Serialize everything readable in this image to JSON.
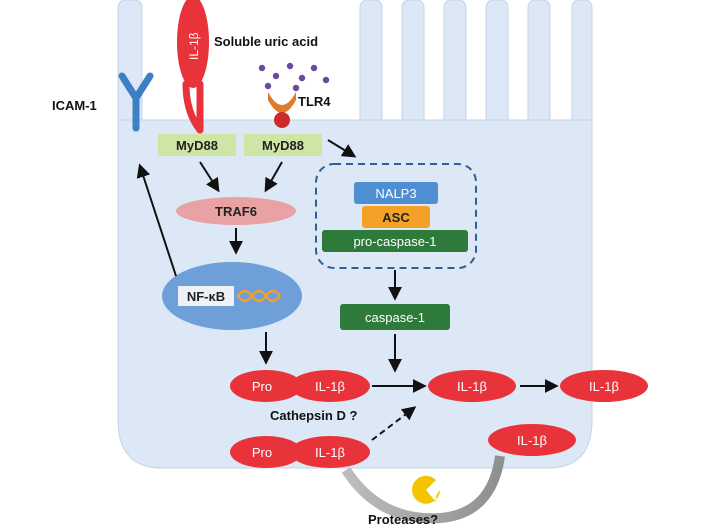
{
  "labels": {
    "il1b_receptor": "IL-1β",
    "soluble_uric_acid": "Soluble uric acid",
    "icam1": "ICAM-1",
    "tlr4": "TLR4",
    "myd88_left": "MyD88",
    "myd88_right": "MyD88",
    "traf6": "TRAF6",
    "nfkb": "NF-κB",
    "nalp3": "NALP3",
    "asc": "ASC",
    "pro_caspase1": "pro-caspase-1",
    "caspase1": "caspase-1",
    "pro_top": "Pro",
    "il1b_pro_top": "IL-1β",
    "il1b_mature_mid": "IL-1β",
    "il1b_secreted": "IL-1β",
    "cathepsin_d": "Cathepsin D ?",
    "pro_bottom": "Pro",
    "il1b_pro_bottom": "IL-1β",
    "il1b_extracellular": "IL-1β",
    "proteases": "Proteases?"
  },
  "colors": {
    "cell_fill": "#dde8f6",
    "cell_stroke": "#c6d3e6",
    "il1b_red": "#e8333a",
    "myd88_green": "#cfe5a6",
    "traf6_pink": "#e9a2a4",
    "nfkb_blue": "#6e9fd9",
    "nalp3_blue": "#4f8ed1",
    "asc_orange": "#f5a128",
    "caspase_green": "#2d7a3a",
    "tlr4_orange": "#e07b2c",
    "protease_yellow": "#f5c400",
    "dna_orange": "#f0a030"
  }
}
